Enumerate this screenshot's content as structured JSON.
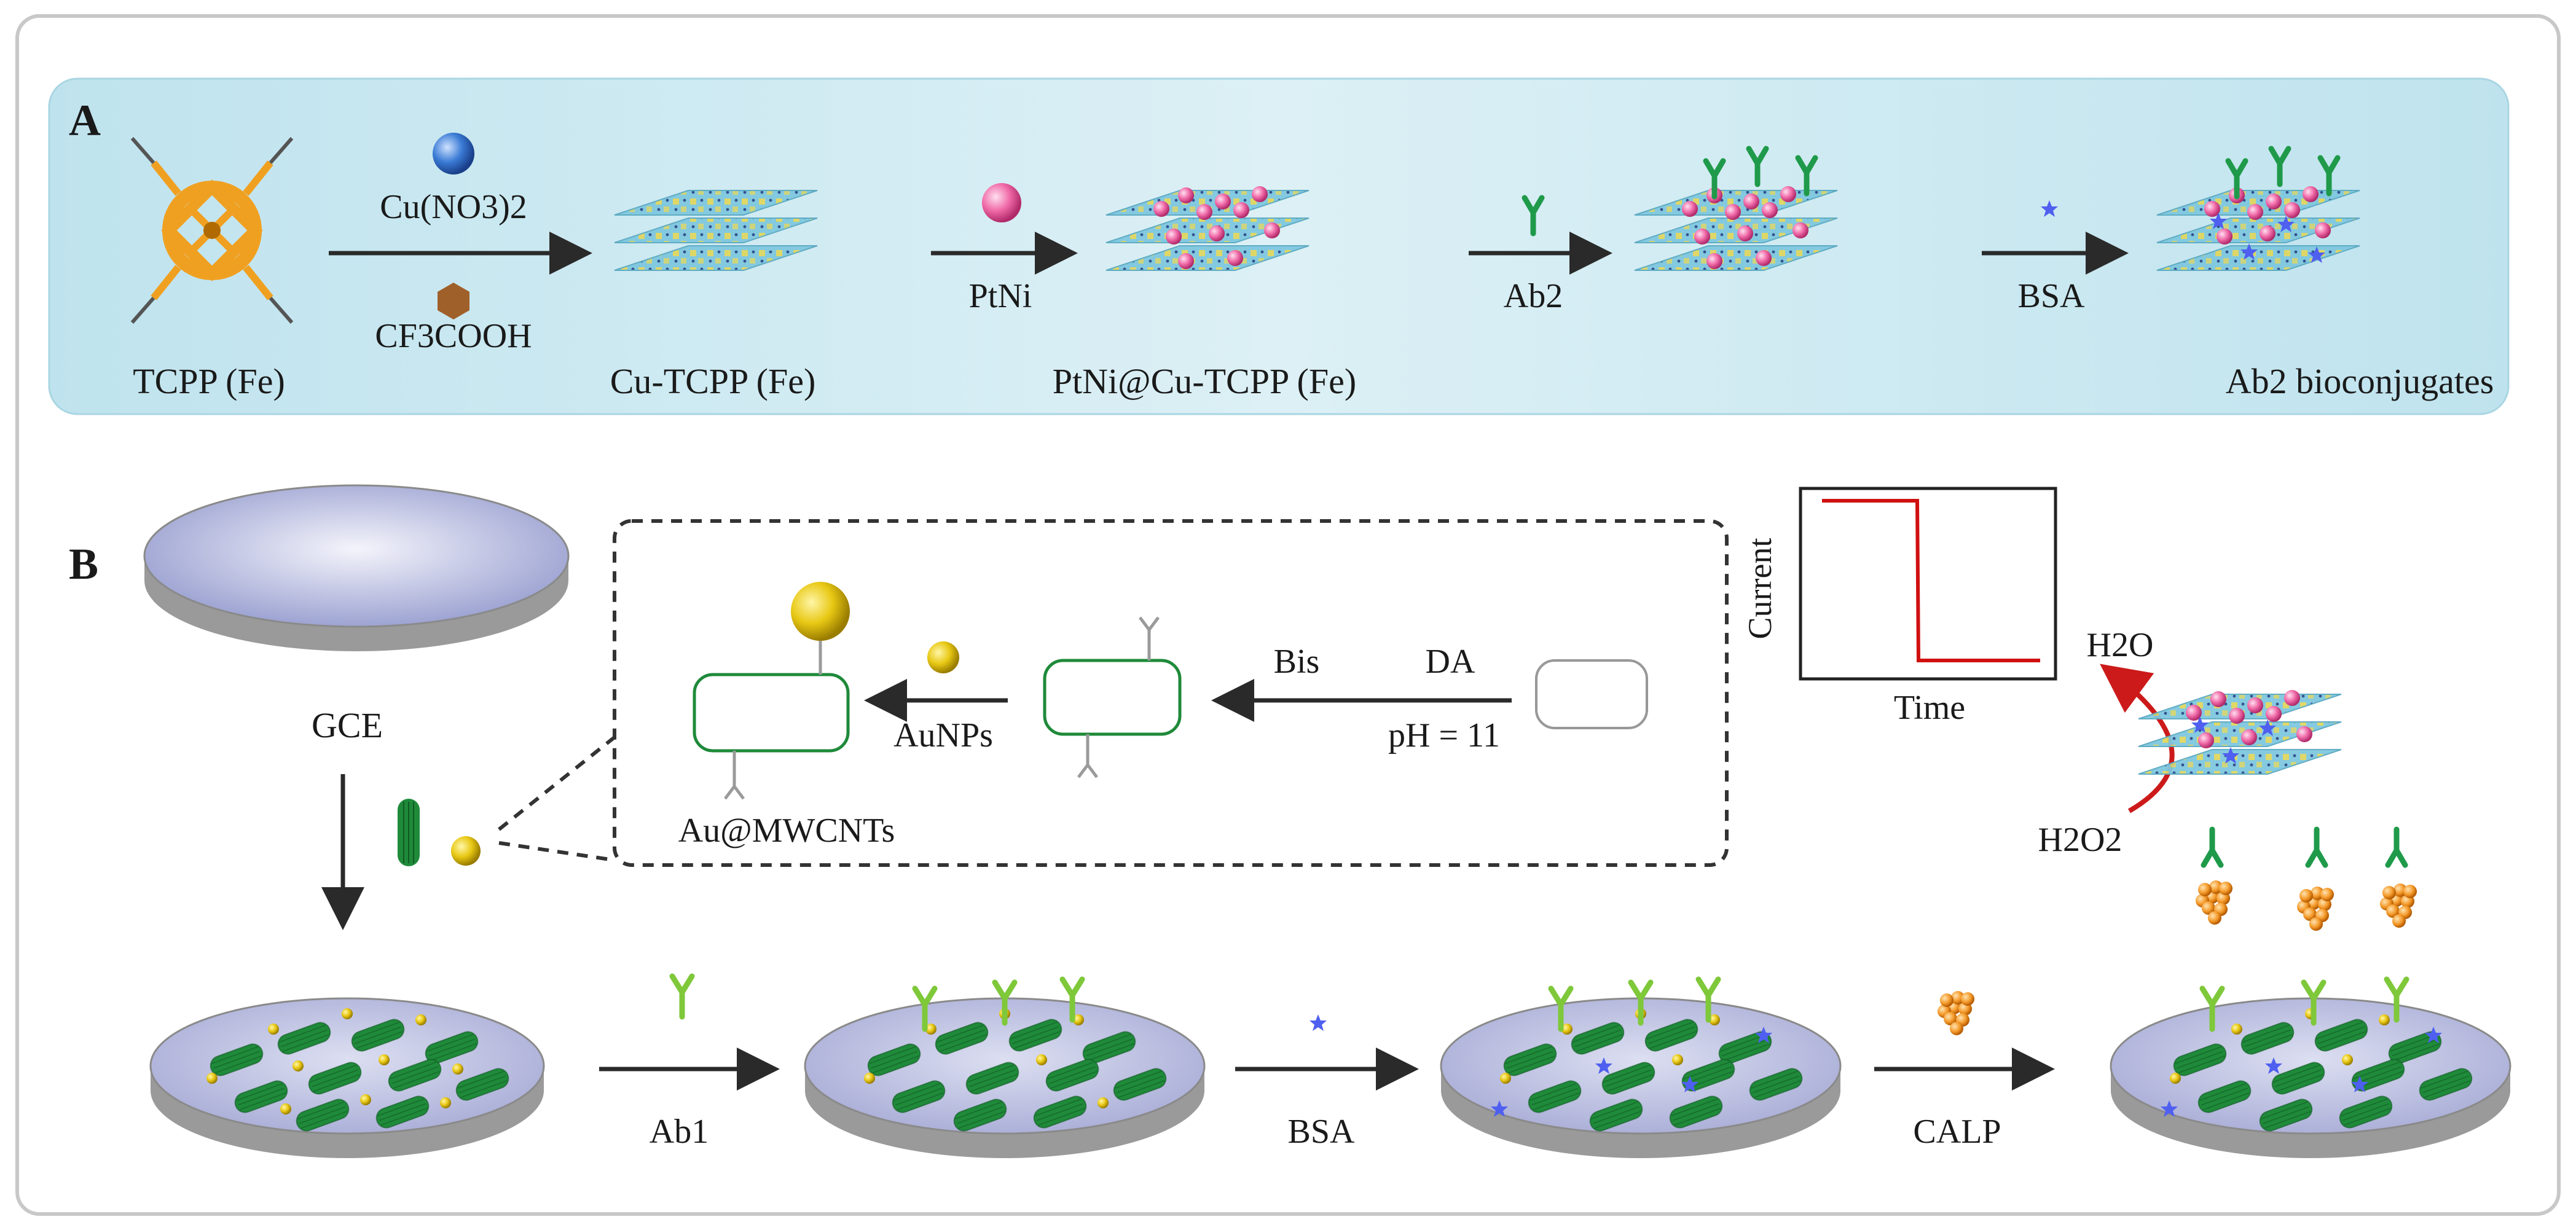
{
  "panel_a": {
    "letter": "A",
    "tcpp_label": "TCPP (Fe)",
    "step1_reagent_top": "Cu(NO3)2",
    "step1_reagent_bottom": "CF3COOH",
    "cu_tcpp_label": "Cu-TCPP (Fe)",
    "step2_reagent": "PtNi",
    "ptni_label": "PtNi@Cu-TCPP (Fe)",
    "step3_reagent": "Ab2",
    "step4_reagent": "BSA",
    "bioconjugate_label": "Ab2 bioconjugates"
  },
  "panel_b": {
    "letter": "B",
    "gce_label": "GCE",
    "inset": {
      "step_a_top_left": "Bis",
      "step_a_top_right": "DA",
      "step_a_bottom": "pH = 11",
      "step_b_reagent": "AuNPs",
      "product_label": "Au@MWCNTs"
    },
    "graph": {
      "ylabel": "Current",
      "xlabel": "Time"
    },
    "h2o_label": "H2O",
    "h2o2_label": "H2O2",
    "step1_reagent": "Ab1",
    "step2_reagent": "BSA",
    "step3_reagent": "CALP"
  },
  "colors": {
    "panel_a_bg": "#cfeaf2",
    "mof_blue": "#7fc8df",
    "mof_yellow": "#f0d84a",
    "porphyrin_orange": "#f0a020",
    "ptni_pink": "#f06aa8",
    "cu_blue": "#3a7bd5",
    "cf3cooh_brown": "#a0602a",
    "antibody_green": "#1f9a4a",
    "ab1_lightgreen": "#7ec83a",
    "bsa_star": "#4f5ff0",
    "calp_orange": "#f59a2a",
    "gold": "#e8c814",
    "cnt_green": "#1f8a3a",
    "graph_red": "#d01010",
    "arrow_red": "#cc1a1a"
  }
}
